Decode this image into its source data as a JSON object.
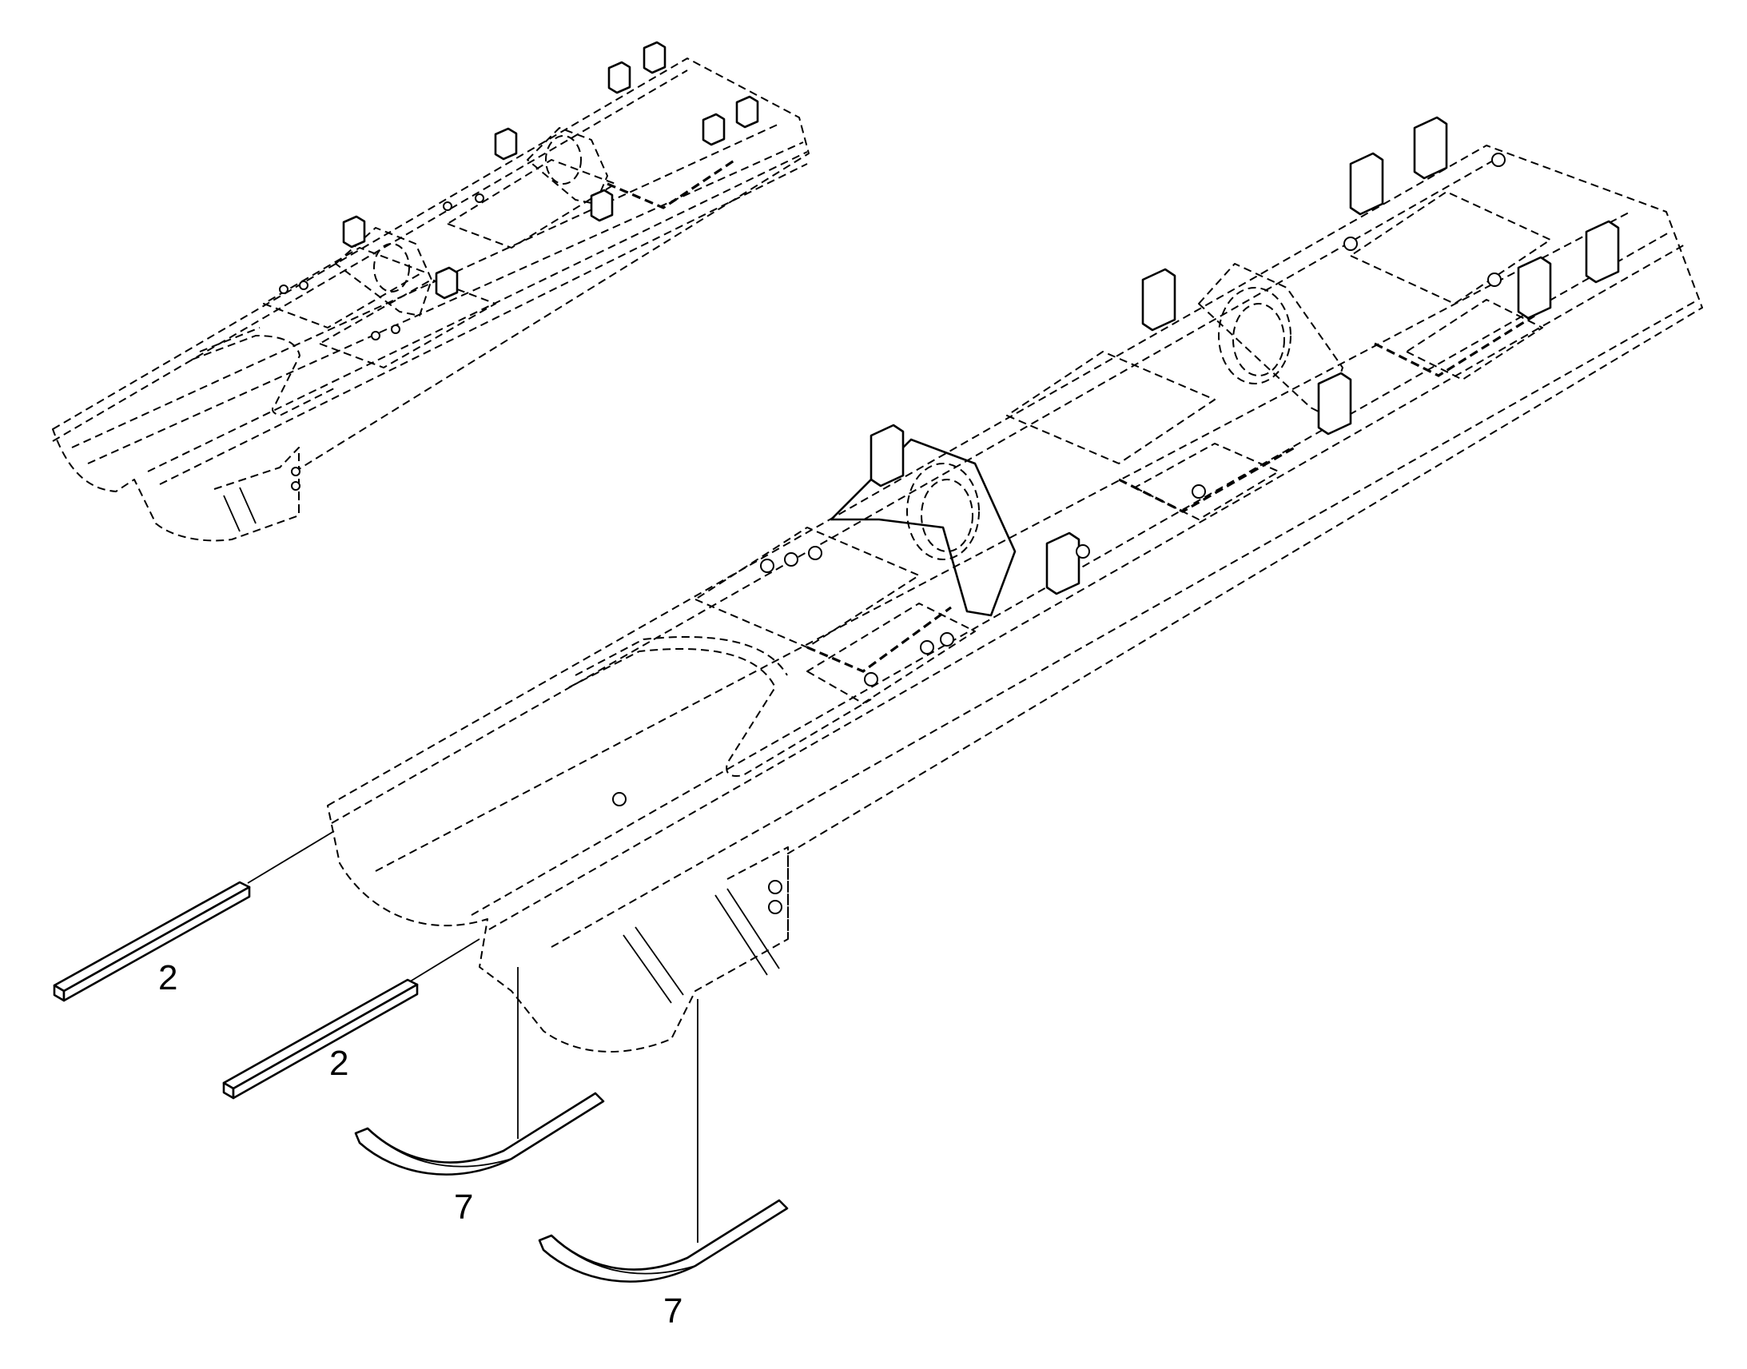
{
  "callouts": [
    {
      "label": "2"
    },
    {
      "label": "2"
    },
    {
      "label": "7"
    },
    {
      "label": "7"
    }
  ]
}
